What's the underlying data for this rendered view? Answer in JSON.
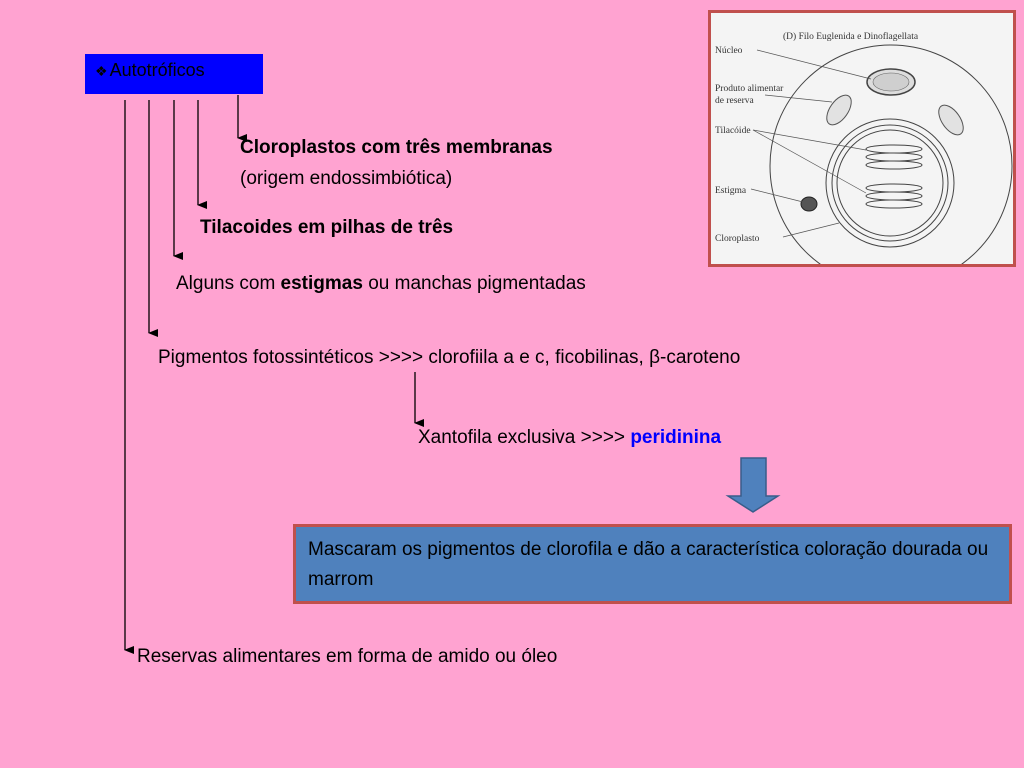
{
  "title": {
    "bullet": "❖",
    "text": "Autotróficos"
  },
  "items": {
    "chloroplasts": {
      "line1": "Cloroplastos com três membranas",
      "line2": "(origem endossimbiótica)"
    },
    "thylakoids": "Tilacoides em pilhas de três",
    "stigma": {
      "before": "Alguns com ",
      "bold": "estigmas",
      "after": " ou manchas pigmentadas"
    },
    "pigments": "Pigmentos fotossintéticos >>>> clorofiila a e c, ficobilinas, β-caroteno",
    "xanthophyll": {
      "before": "Xantofila exclusiva >>>> ",
      "highlight": "peridinina"
    },
    "reserves": "Reservas alimentares em forma de amido ou óleo"
  },
  "result_box": {
    "text": "Mascaram os pigmentos de clorofila e dão a característica coloração dourada ou marrom"
  },
  "figure": {
    "title": "(D)  Filo Euglenida e Dinoflagellata",
    "labels": {
      "nucleus": "Núcleo",
      "reserve_line1": "Produto alimentar",
      "reserve_line2": "de reserva",
      "thylakoid": "Tilacóide",
      "stigma": "Estigma",
      "chloroplast": "Cloroplasto"
    }
  },
  "colors": {
    "background": "#ffa3d1",
    "title_box": "#0000ff",
    "result_box_fill": "#4f81bd",
    "result_box_border": "#c0504d",
    "highlight_text": "#0000ff",
    "down_arrow": "#4f81bd"
  }
}
